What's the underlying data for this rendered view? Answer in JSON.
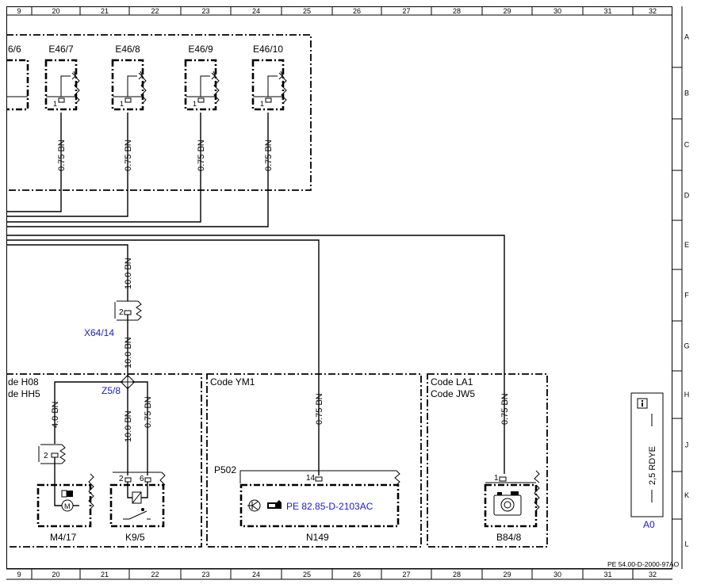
{
  "grid": {
    "columns": [
      "9",
      "20",
      "21",
      "22",
      "23",
      "24",
      "25",
      "26",
      "27",
      "28",
      "29",
      "30",
      "31",
      "32"
    ],
    "rows": [
      "A",
      "B",
      "C",
      "D",
      "E",
      "F",
      "G",
      "H",
      "J",
      "K",
      "L"
    ]
  },
  "heaters": [
    {
      "label": "6/6",
      "pin": ""
    },
    {
      "label": "E46/7",
      "pin": "1"
    },
    {
      "label": "E46/8",
      "pin": "1"
    },
    {
      "label": "E46/9",
      "pin": "1"
    },
    {
      "label": "E46/10",
      "pin": "1"
    }
  ],
  "wires": {
    "w_e46_7": "0.75 BN",
    "w_e46_8": "0.75 BN",
    "w_e46_9": "0.75 BN",
    "w_e46_10": "0.75 BN",
    "w_10bn_top": "10.0 BN",
    "w_10bn_mid": "10.0 BN",
    "w_4bn": "4.0 BN",
    "w_10bn_k9": "10.0 BN",
    "w_075_k9": "0.75 BN",
    "w_075_n149": "0.75 BN",
    "w_075_b84": "0.75 BN"
  },
  "connectors": {
    "x64": {
      "label": "X64/14",
      "pin": "2"
    },
    "z5": {
      "label": "Z5/8"
    },
    "m4_conn_pin": "2"
  },
  "codes": {
    "left_line1": "de H08",
    "left_line2": "de HH5",
    "mid": "Code YM1",
    "right_line1": "Code LA1",
    "right_line2": "Code JW5"
  },
  "components": {
    "m4": {
      "label": "M4/17",
      "motor": "M"
    },
    "k9": {
      "label": "K9/5",
      "pin_a": "2",
      "pin_b": "6"
    },
    "n149": {
      "label": "N149",
      "connector": "P502",
      "pin": "14",
      "ref": "PE 82.85-D-2103AC"
    },
    "b84": {
      "label": "B84/8",
      "pin": "1"
    }
  },
  "legend": {
    "cable": "2,5 RDYE",
    "ref": "A0"
  },
  "footer": {
    "doc_id": "PE 54.00-D-2000-97AO"
  },
  "icons": [
    "transistor-icon",
    "pointing-hand-icon",
    "camera-icon",
    "info-icon",
    "motor-icon",
    "relay-icon",
    "resistor-icon"
  ]
}
